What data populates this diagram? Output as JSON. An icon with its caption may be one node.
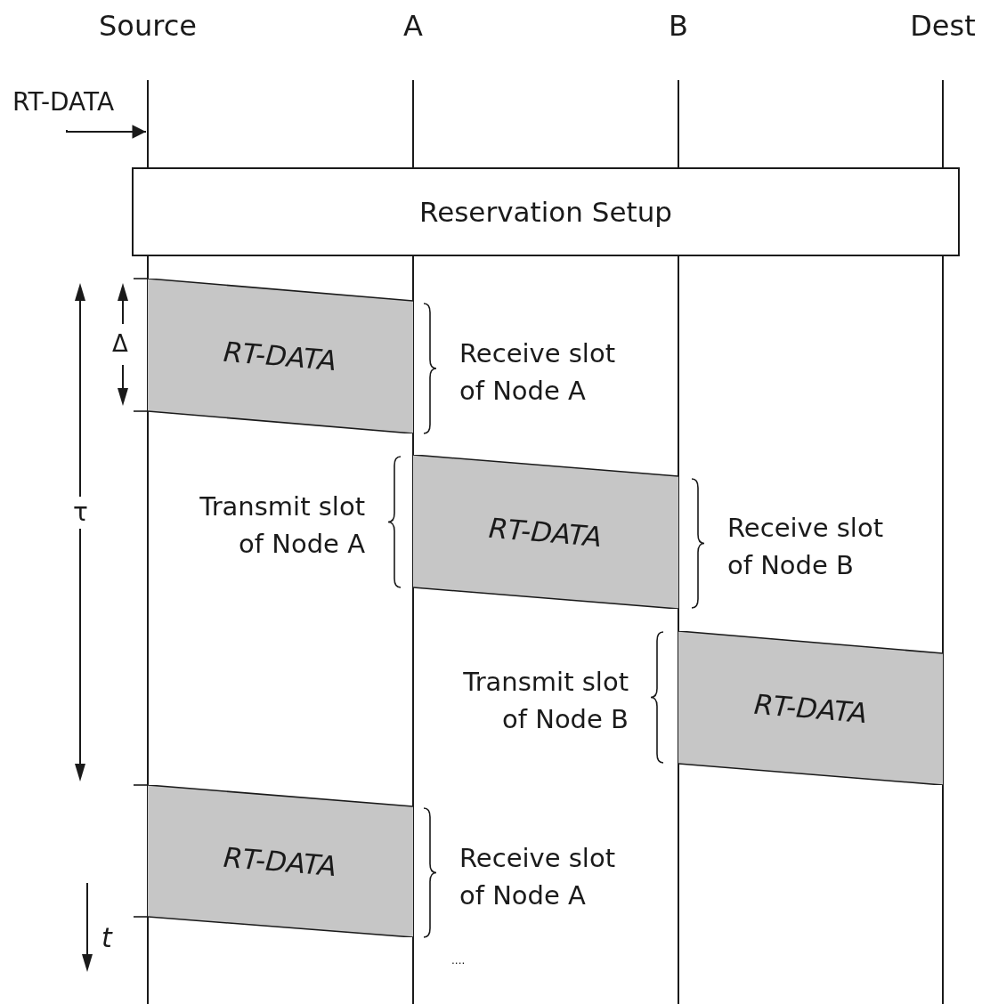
{
  "diagram": {
    "nodes": [
      {
        "text": [
          "Source"
        ]
      },
      {
        "text": [
          "A"
        ]
      },
      {
        "text": [
          "B"
        ]
      },
      {
        "text": [
          "Dest"
        ]
      },
      {
        "text": [
          "RT-DATA"
        ]
      },
      {
        "text": [
          "Reservation Setup"
        ]
      },
      {
        "text": [
          "RT-DATA"
        ]
      },
      {
        "text": [
          "RT-DATA"
        ]
      },
      {
        "text": [
          "RT-DATA"
        ]
      },
      {
        "text": [
          "RT-DATA"
        ]
      }
    ],
    "edges": [
      {
        "from": 4,
        "to": 0,
        "arrow": "to"
      }
    ],
    "labels": [
      "Receive slot of Node A",
      "Δ",
      "Transmit slot of Node A",
      "τ",
      "Receive slot of Node B",
      "Transmit slot of Node B",
      "Receive slot of Node A",
      "t",
      "...."
    ]
  }
}
